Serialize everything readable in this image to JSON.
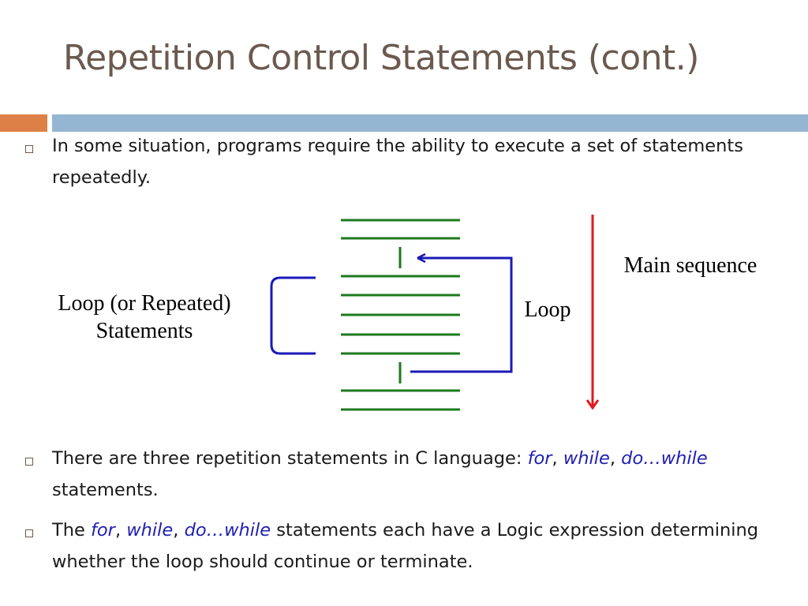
{
  "slide": {
    "title": "Repetition Control Statements (cont.)"
  },
  "bullets": [
    {
      "text": "In some situation, programs require the ability to execute a set of statements repeatedly."
    },
    {
      "before": "There are three repetition statements in C language: ",
      "kw1": "for",
      "sep1": ", ",
      "kw2": "while",
      "sep2": ", ",
      "kw3": "do…while",
      "after": " statements."
    },
    {
      "before": "The ",
      "kw1": "for",
      "sep1": ", ",
      "kw2": "while",
      "sep2": ", ",
      "kw3": "do…while",
      "after": " statements each have a Logic expression determining whether the loop should continue or terminate."
    }
  ],
  "diagram": {
    "bracket_label_line1": "Loop (or Repeated)",
    "bracket_label_line2": "Statements",
    "loop_label": "Loop",
    "main_label": "Main sequence"
  },
  "colors": {
    "title": "#6b5a4e",
    "accent_orange": "#dd8047",
    "accent_blue": "#94b6d2",
    "keyword": "#1f1fb4",
    "statement_lines": "#1e7a1e",
    "loop_arrow": "#1a1ab8",
    "main_arrow": "#e0191e"
  }
}
